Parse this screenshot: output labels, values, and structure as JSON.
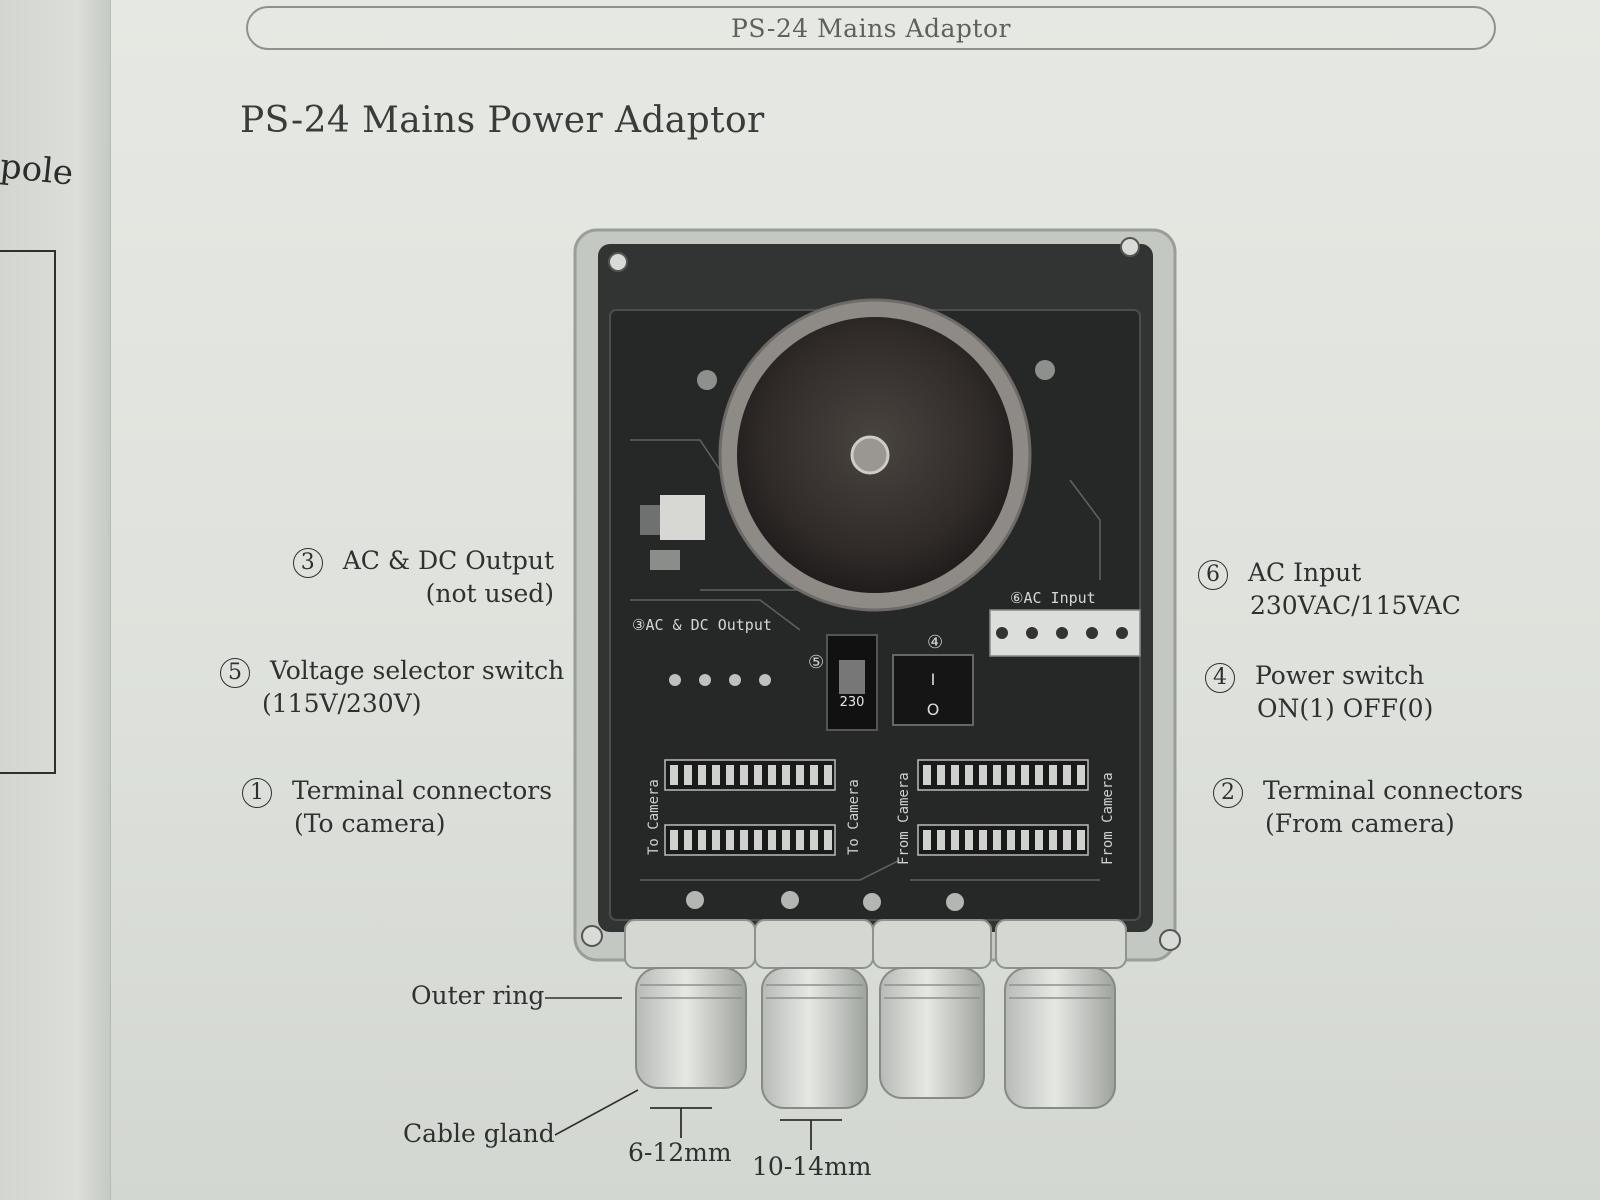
{
  "header": {
    "text": "PS-24 Mains Adaptor"
  },
  "title": "PS-24 Mains Power Adaptor",
  "edge_fragment": "pole",
  "callouts": [
    {
      "num": "3",
      "line1": "AC & DC Output",
      "line2": "(not used)"
    },
    {
      "num": "5",
      "line1": "Voltage selector switch",
      "line2": "(115V/230V)"
    },
    {
      "num": "1",
      "line1": "Terminal connectors",
      "line2": "(To camera)"
    },
    {
      "num": "6",
      "line1": "AC Input",
      "line2": "230VAC/115VAC"
    },
    {
      "num": "4",
      "line1": "Power switch",
      "line2": "ON(1) OFF(0)"
    },
    {
      "num": "2",
      "line1": "Terminal connectors",
      "line2": "(From camera)"
    }
  ],
  "annotations": {
    "outer_ring": "Outer ring",
    "cable_gland": "Cable gland",
    "dim_small": "6-12mm",
    "dim_large": "10-14mm"
  },
  "board_labels": {
    "ac_dc_output": "③AC & DC Output",
    "ac_input": "⑥AC Input",
    "selector_value": "230",
    "switch_on": "I",
    "switch_off": "O",
    "to_camera": "To Camera",
    "from_camera": "From Camera",
    "marker_5": "⑤",
    "marker_4": "④"
  },
  "colors": {
    "paper": "#e2e5df",
    "ink": "#2f3130",
    "enclosure": "#c4c8c3",
    "board": "#2b2d2c",
    "transformer": "#3b3532"
  }
}
